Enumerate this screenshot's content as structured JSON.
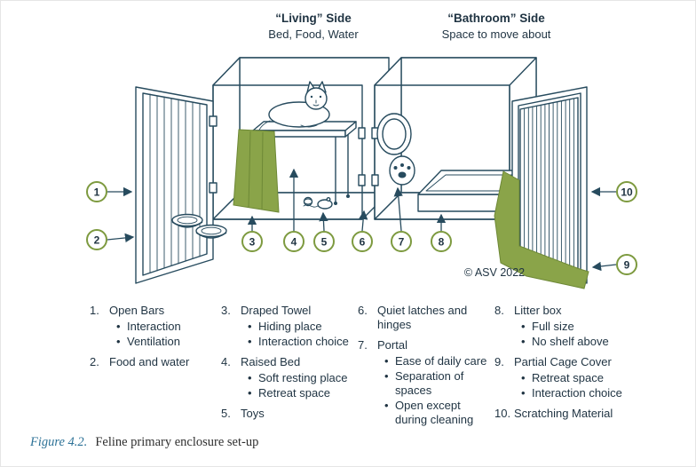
{
  "header": {
    "living": {
      "title": "“Living” Side",
      "subtitle": "Bed, Food, Water"
    },
    "bathroom": {
      "title": "“Bathroom” Side",
      "subtitle": "Space to move about"
    }
  },
  "diagram": {
    "copyright": "© ASV 2022",
    "callouts": [
      "1",
      "2",
      "3",
      "4",
      "5",
      "6",
      "7",
      "8",
      "9",
      "10"
    ]
  },
  "legend": {
    "columns": [
      {
        "items": [
          {
            "num": "1.",
            "label": "Open Bars",
            "bullets": [
              "Interaction",
              "Ventilation"
            ]
          },
          {
            "num": "2.",
            "label": "Food and water",
            "bullets": []
          }
        ]
      },
      {
        "items": [
          {
            "num": "3.",
            "label": "Draped Towel",
            "bullets": [
              "Hiding place",
              "Interaction choice"
            ]
          },
          {
            "num": "4.",
            "label": "Raised Bed",
            "bullets": [
              "Soft resting place",
              "Retreat space"
            ]
          },
          {
            "num": "5.",
            "label": "Toys",
            "bullets": []
          }
        ]
      },
      {
        "items": [
          {
            "num": "6.",
            "label": "Quiet latches and hinges",
            "bullets": []
          },
          {
            "num": "7.",
            "label": "Portal",
            "bullets": [
              "Ease of daily care",
              "Separation of spaces",
              "Open except during cleaning"
            ]
          }
        ]
      },
      {
        "items": [
          {
            "num": "8.",
            "label": "Litter box",
            "bullets": [
              "Full size",
              "No shelf above"
            ]
          },
          {
            "num": "9.",
            "label": "Partial Cage Cover",
            "bullets": [
              "Retreat space",
              "Interaction choice"
            ]
          },
          {
            "num": "10.",
            "label": "Scratching Material",
            "bullets": []
          }
        ]
      }
    ]
  },
  "caption": {
    "label": "Figure 4.2.",
    "text": "Feline primary enclosure set-up"
  },
  "colors": {
    "line": "#274b5e",
    "green": "#8aa449",
    "green_dark": "#6d8836",
    "circle": "#7d9a3f",
    "ink": "#1f3342",
    "cap": "#2d7297"
  }
}
